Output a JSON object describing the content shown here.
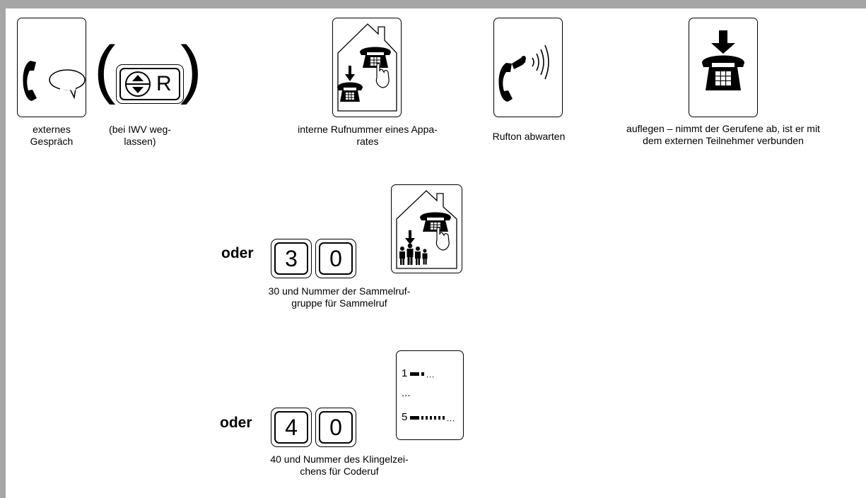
{
  "row1": [
    {
      "caption_lines": [
        "externes",
        "Gespräch"
      ],
      "icon": "handset-speech-bubble-icon"
    },
    {
      "caption_lines": [
        "(bei IWV weg-",
        "lassen)"
      ],
      "icon": "up-down-r-key-icon",
      "key_label": "R"
    },
    {
      "caption_lines": [
        "interne Rufnummer eines Appa-",
        "rates"
      ],
      "icon": "house-phone-dial-icon"
    },
    {
      "caption_lines": [
        "Rufton abwarten"
      ],
      "icon": "handset-ringing-icon"
    },
    {
      "caption_lines": [
        "auflegen – nimmt der Gerufene ab, ist er mit",
        "dem externen Teilnehmer verbunden"
      ],
      "icon": "hang-up-phone-icon"
    }
  ],
  "row2": {
    "oder_label": "oder",
    "keys": [
      "3",
      "0"
    ],
    "icon": "house-group-call-icon",
    "caption_lines": [
      "30 und Nummer der Sammelruf-",
      "gruppe für Sammelruf"
    ]
  },
  "row3": {
    "oder_label": "oder",
    "keys": [
      "4",
      "0"
    ],
    "icon": "ring-pattern-display-icon",
    "ring_lines": [
      "1",
      "...",
      "5"
    ],
    "caption_lines": [
      "40 und Nummer des Klingelzei-",
      "chens für Coderuf"
    ]
  }
}
